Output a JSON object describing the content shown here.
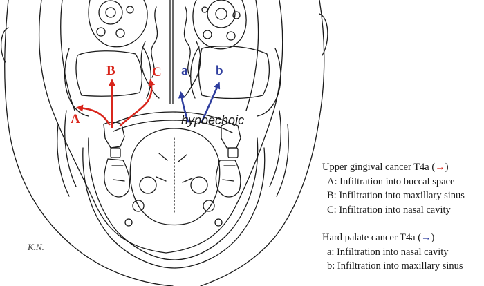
{
  "labels": {
    "red": [
      "A",
      "B",
      "C"
    ],
    "blue": [
      "a",
      "b"
    ],
    "annotation": "hypoechoic",
    "signature": "K.N."
  },
  "legend": {
    "upper": {
      "title": "Upper gingival  cancer T4a (",
      "arrow": "→",
      "close": ")",
      "items": [
        "A: Infiltration into buccal space",
        "B: Infiltration into maxillary sinus",
        "C: Infiltration into nasal cavity"
      ]
    },
    "hard": {
      "title": "Hard palate cancer T4a (",
      "arrow": "→",
      "close": ")",
      "items": [
        "a: Infiltration into nasal cavity",
        "b: Infiltration into maxillary sinus"
      ]
    }
  },
  "colors": {
    "red": "#d9261c",
    "blue": "#2e3d9e",
    "line": "#1a1a1a"
  }
}
